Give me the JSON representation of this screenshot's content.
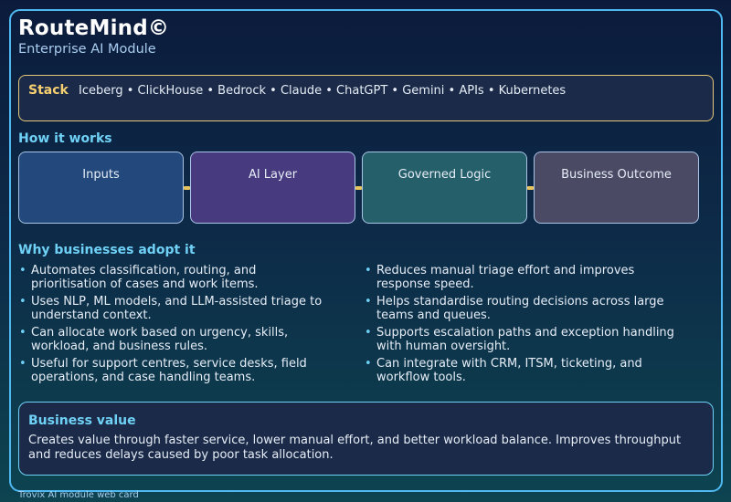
{
  "header": {
    "title": "RouteMind©",
    "subtitle": "Enterprise AI Module"
  },
  "stack": {
    "label": "Stack",
    "text": "Iceberg • ClickHouse • Bedrock • Claude • ChatGPT • Gemini • APIs • Kubernetes"
  },
  "how_it_works": {
    "title": "How it works",
    "steps": [
      {
        "label": "Inputs"
      },
      {
        "label": "AI Layer"
      },
      {
        "label": "Governed Logic"
      },
      {
        "label": "Business Outcome"
      }
    ]
  },
  "why": {
    "title": "Why businesses adopt it",
    "left": [
      "Automates classification, routing, and prioritisation of cases and work items.",
      "Uses NLP, ML models, and LLM-assisted triage to understand context.",
      "Can allocate work based on urgency, skills, workload, and business rules.",
      "Useful for support centres, service desks, field operations, and case handling teams."
    ],
    "right": [
      "Reduces manual triage effort and improves response speed.",
      "Helps standardise routing decisions across large teams and queues.",
      "Supports escalation paths and exception handling with human oversight.",
      "Can integrate with CRM, ITSM, ticketing, and workflow tools."
    ]
  },
  "business_value": {
    "title": "Business value",
    "text": "Creates value through faster service, lower manual effort, and better workload balance. Improves throughput and reduces delays caused by poor task allocation."
  },
  "footer": {
    "text": "Trovix AI module web card"
  }
}
